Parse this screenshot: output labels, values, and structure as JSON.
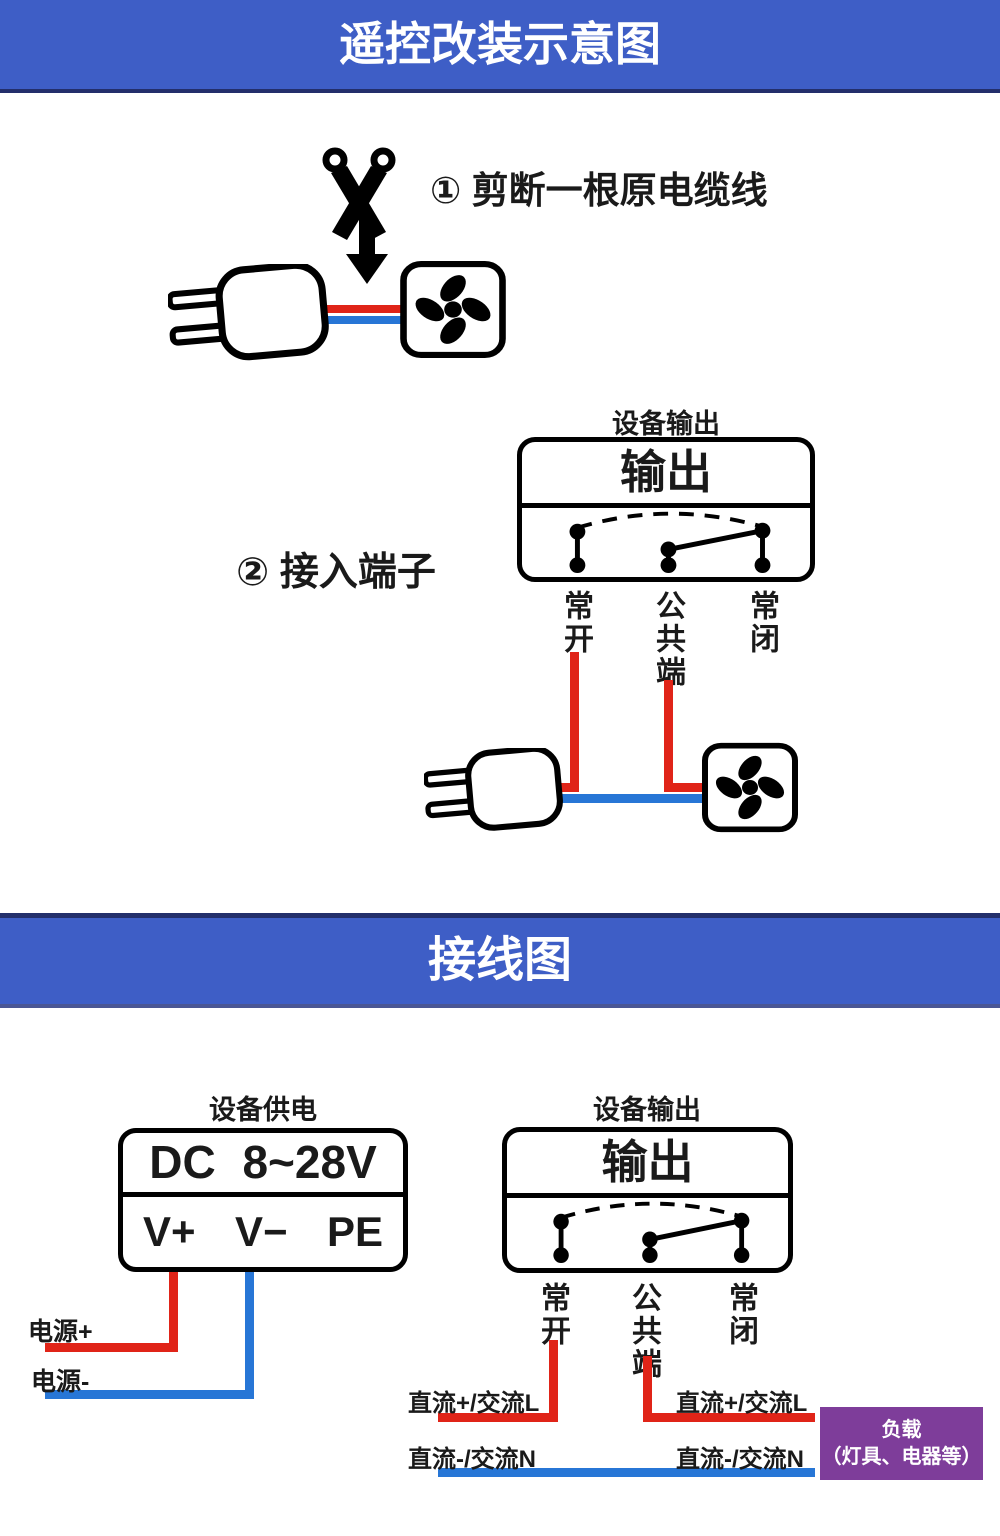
{
  "header1": {
    "title": "遥控改装示意图"
  },
  "header2": {
    "title": "接线图"
  },
  "colors": {
    "header_bg": "#3e5ec6",
    "header_line": "#232f6b",
    "wire_red": "#e02418",
    "wire_blue": "#2776d6",
    "load_purple": "#7e3d9a"
  },
  "icons": {
    "scissors": "scissors-icon",
    "arrow_down": "arrow-down-icon",
    "plug": "power-plug-icon",
    "fan": "fan-icon"
  },
  "section1": {
    "step1": "① 剪断一根原电缆线",
    "step2": "② 接入端子",
    "output_label": "设备输出",
    "output_title": "输出",
    "terminal_no": "常开",
    "terminal_com": "公共端",
    "terminal_nc": "常闭"
  },
  "section2": {
    "power_label": "设备供电",
    "power_title": "DC 8~28V",
    "power_terminals": {
      "vplus": "V+",
      "vminus": "V−",
      "pe": "PE"
    },
    "power_plus_label": "电源+",
    "power_minus_label": "电源-",
    "output_label": "设备输出",
    "output_title": "输出",
    "terminal_no": "常开",
    "terminal_com": "公共端",
    "terminal_nc": "常闭",
    "wire_dc_plus_left": "直流+/交流L",
    "wire_dc_minus_left": "直流-/交流N",
    "wire_dc_plus_right": "直流+/交流L",
    "wire_dc_minus_right": "直流-/交流N",
    "load_line1": "负载",
    "load_line2": "（灯具、电器等）"
  }
}
